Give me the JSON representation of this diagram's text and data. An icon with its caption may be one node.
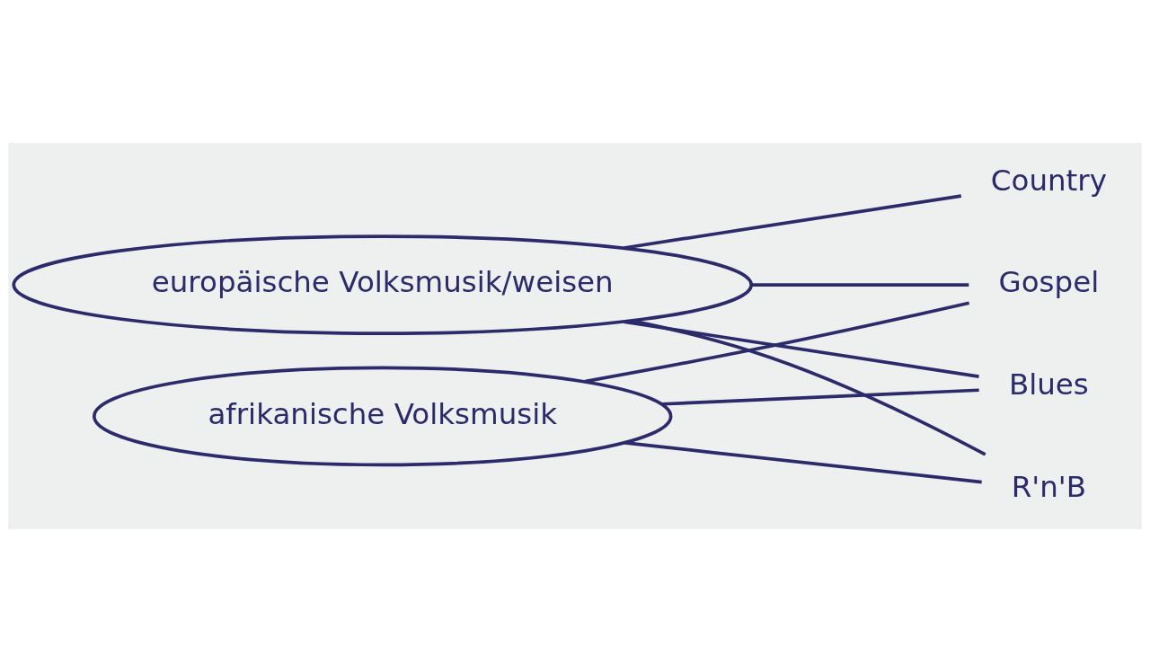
{
  "diagram": {
    "nodes": [
      {
        "text": [
          "europäische Volksmusik/weisen"
        ]
      },
      {
        "text": [
          "afrikanische Volksmusik"
        ]
      },
      {
        "text": [
          "Country"
        ]
      },
      {
        "text": [
          "Gospel"
        ]
      },
      {
        "text": [
          "Blues"
        ]
      },
      {
        "text": [
          "R'n'B"
        ]
      }
    ],
    "edges": [
      {
        "from": 0,
        "to": 2,
        "arrow": "none"
      },
      {
        "from": 0,
        "to": 3,
        "arrow": "none"
      },
      {
        "from": 1,
        "to": 3,
        "arrow": "none"
      },
      {
        "from": 0,
        "to": 4,
        "arrow": "none"
      },
      {
        "from": 0,
        "to": 5,
        "arrow": "none"
      },
      {
        "from": 1,
        "to": 4,
        "arrow": "none"
      },
      {
        "from": 1,
        "to": 5,
        "arrow": "none"
      }
    ]
  }
}
